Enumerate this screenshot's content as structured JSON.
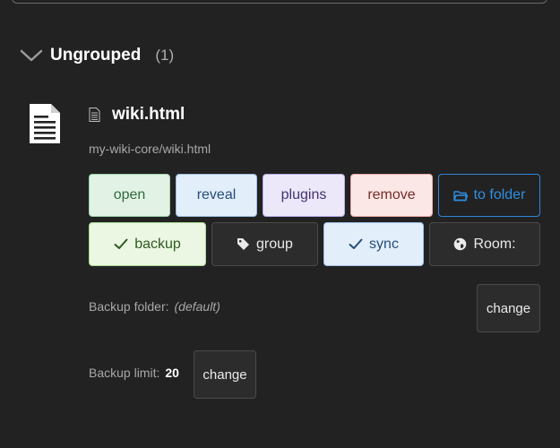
{
  "group": {
    "title": "Ungrouped",
    "count": "(1)"
  },
  "file": {
    "name": "wiki.html",
    "path": "my-wiki-core/wiki.html"
  },
  "actions": {
    "open": "open",
    "reveal": "reveal",
    "plugins": "plugins",
    "remove": "remove",
    "to_folder": "to folder",
    "backup": "backup",
    "group": "group",
    "sync": "sync",
    "room": "Room:"
  },
  "settings": {
    "backup_folder_label": "Backup folder:",
    "backup_folder_value": "(default)",
    "backup_limit_label": "Backup limit:",
    "backup_limit_value": "20",
    "change_label": "change"
  },
  "icons": {
    "collapse": "chevron-down-icon",
    "file_large": "document-icon",
    "file_small": "document-icon",
    "folder": "folder-icon",
    "check": "check-icon",
    "tag": "tag-icon",
    "globe": "globe-icon"
  },
  "colors": {
    "background": "#222222",
    "accent_blue": "#2f8fe3",
    "open_bg": "#e2f3e5",
    "remove_bg": "#fbe7e6",
    "plugins_bg": "#ece8fa",
    "reveal_bg": "#e3eefb"
  }
}
